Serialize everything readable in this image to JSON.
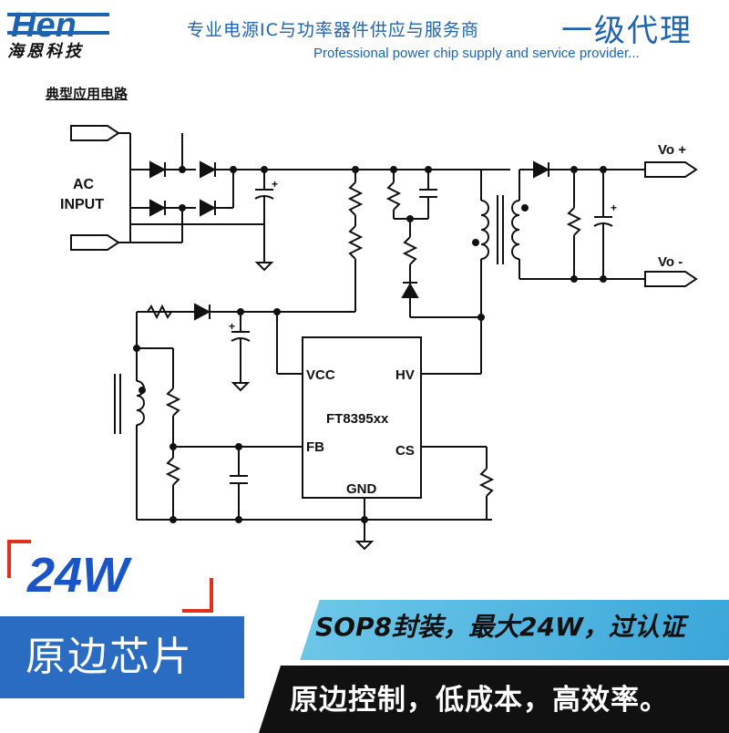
{
  "header": {
    "logo_text": "Hen",
    "logo_cn": "海恩科技",
    "tagline_cn": "专业电源IC与功率器件供应与服务商",
    "tagline_level": "一级代理",
    "tagline_en": "Professional power chip supply and service provider..."
  },
  "section_title": "典型应用电路",
  "schematic": {
    "ac_label_line1": "AC",
    "ac_label_line2": "INPUT",
    "vo_plus": "Vo +",
    "vo_minus": "Vo -",
    "chip_name": "FT8395xx",
    "pin_vcc": "VCC",
    "pin_hv": "HV",
    "pin_fb": "FB",
    "pin_cs": "CS",
    "pin_gnd": "GND",
    "polarity_mark": "+"
  },
  "badges": {
    "power": "24W",
    "type_label": "原边芯片",
    "feature_1": "SOP8封装，最大24W，过认证",
    "feature_2": "原边控制，低成本，高效率。"
  },
  "colors": {
    "brand_blue": "#1e63b0",
    "accent_red": "#e0301e",
    "box_blue": "#2a6cc1",
    "teal": "#3aa6d8"
  }
}
